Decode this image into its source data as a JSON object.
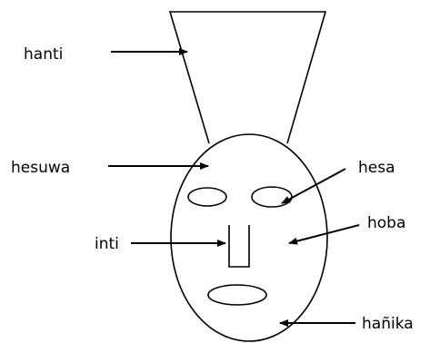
{
  "labels": {
    "hanti": "hanti",
    "hesuwa": "hesuwa",
    "hesa": "hesa",
    "hoba": "hoba",
    "inti": "inti",
    "hanika": "hañika"
  },
  "colors": {
    "stroke": "#000000",
    "background": "#ffffff"
  }
}
